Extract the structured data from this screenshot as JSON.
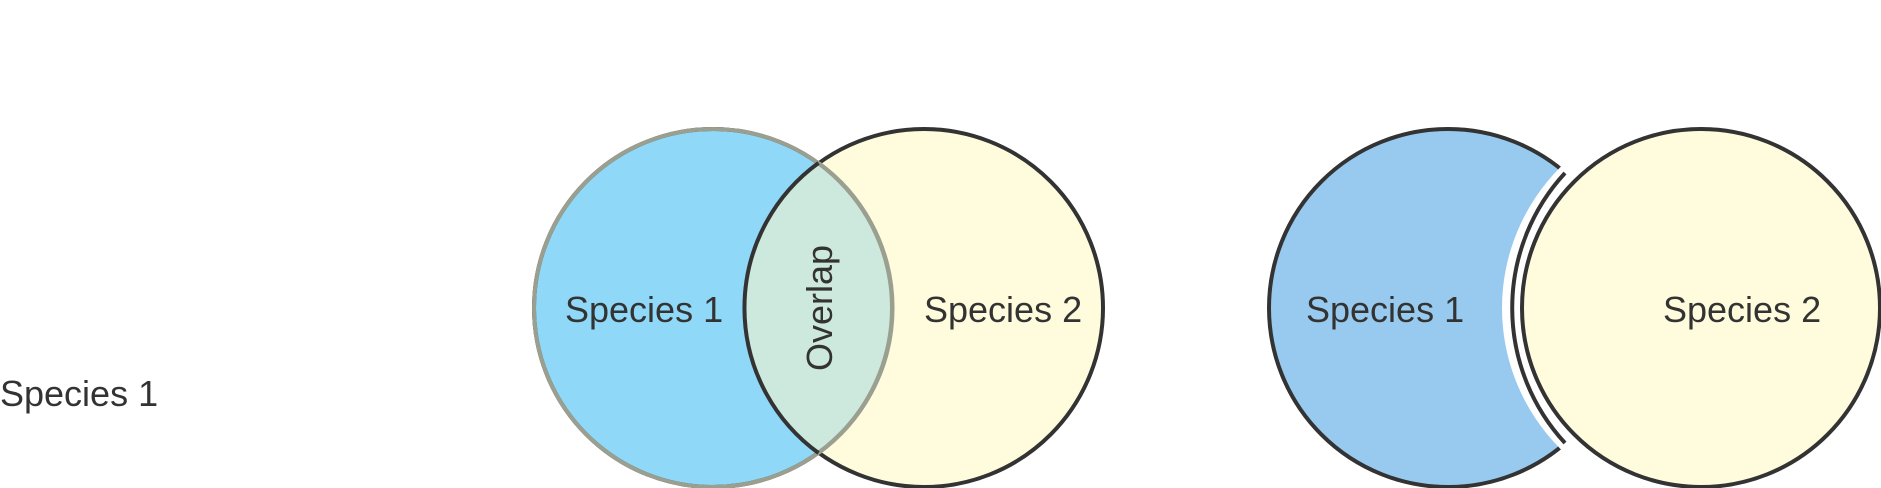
{
  "standalone_label": "Species 1",
  "venn_overlap": {
    "left_label": "Species 1",
    "overlap_label": "Overlap",
    "right_label": "Species 2"
  },
  "venn_separated": {
    "left_label": "Species 1",
    "right_label": "Species 2"
  },
  "colors": {
    "species1": "#90d8f8",
    "species2": "#fefcdc",
    "overlap": "#cde8dc",
    "species1_separated": "#97caee",
    "stroke": "#333333"
  }
}
